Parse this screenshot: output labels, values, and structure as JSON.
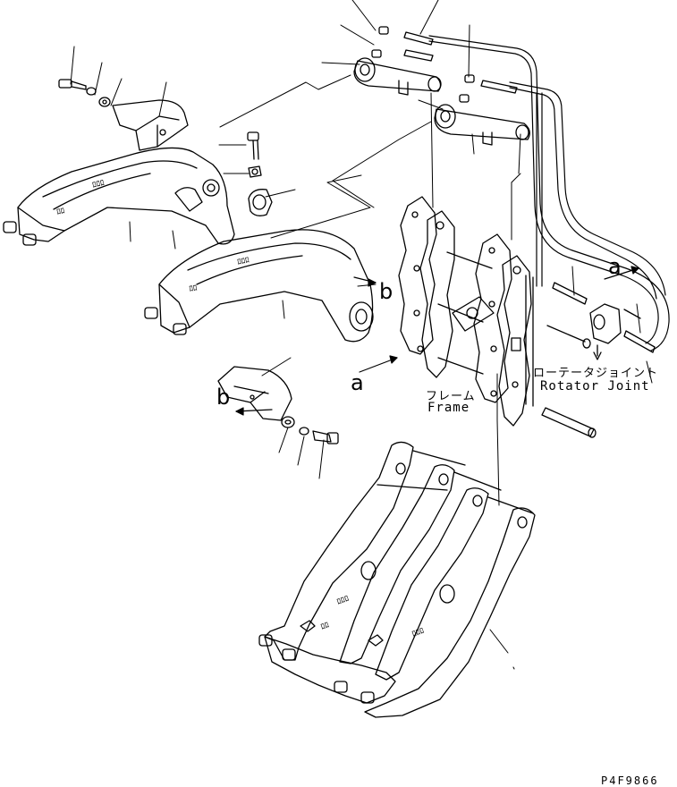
{
  "labels": {
    "frame_jp": "フレーム",
    "frame_en": "Frame",
    "rotator_jp": "ローテータジョイント",
    "rotator_en": "Rotator Joint",
    "marker_a_left": "a",
    "marker_a_right": "a",
    "marker_b_top": "b",
    "marker_b_bottom": "b"
  },
  "drawing_code": "P4F9866",
  "colors": {
    "line": "#000000",
    "background": "#ffffff"
  }
}
